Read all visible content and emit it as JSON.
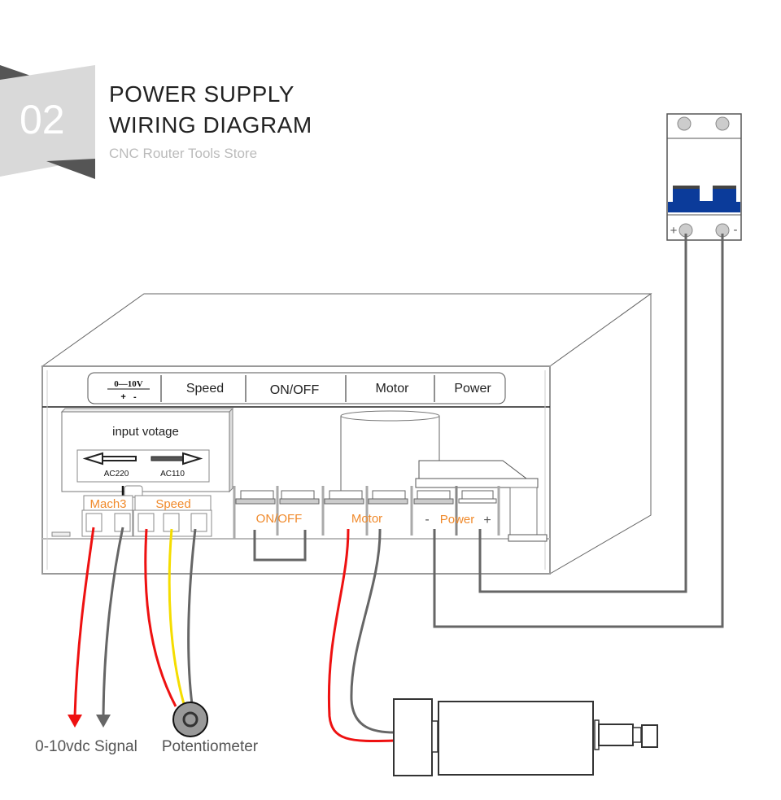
{
  "header": {
    "section_number": "02",
    "title_line1": "POWER SUPPLY",
    "title_line2": "WIRING DIAGRAM",
    "subtitle": "CNC Router Tools Store"
  },
  "panel_labels": {
    "voltage_range": "0—10V",
    "voltage_polarity": "+   -",
    "speed": "Speed",
    "onoff": "ON/OFF",
    "motor": "Motor",
    "power": "Power"
  },
  "voltage_selector": {
    "title": "input votage",
    "left_option": "AC220",
    "right_option": "AC110"
  },
  "terminals": {
    "mach3": "Mach3",
    "speed": "Speed",
    "onoff": "ON/OFF",
    "motor": "Motor",
    "power": "Power",
    "power_minus": "-",
    "power_plus": "+"
  },
  "breaker": {
    "plus": "+",
    "minus": "-"
  },
  "bottom_labels": {
    "signal": "0-10vdc Signal",
    "potentiometer": "Potentiometer"
  },
  "colors": {
    "accent_orange": "#f08a2c",
    "wire_red": "#ee1111",
    "wire_yellow": "#f5dd00",
    "wire_gray": "#666666",
    "breaker_blue": "#0b3b9a",
    "badge_gray": "#d9d9d9",
    "badge_dark": "#555555"
  }
}
